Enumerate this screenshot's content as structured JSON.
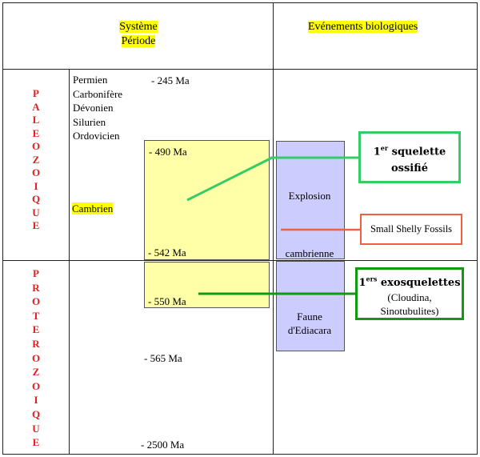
{
  "header": {
    "systeme": "Système",
    "periode": "Période",
    "events": "Evénements biologiques"
  },
  "eras": {
    "paleozoique": [
      "P",
      "A",
      "L",
      "E",
      "O",
      "Z",
      "O",
      "I",
      "Q",
      "U",
      "E"
    ],
    "proterozoique": [
      "P",
      "R",
      "O",
      "T",
      "E",
      "R",
      "O",
      "Z",
      "O",
      "I",
      "Q",
      "U",
      "E"
    ],
    "color": "#e02020"
  },
  "periods": [
    "Permien",
    "Carbonifère",
    "Dévonien",
    "Silurien",
    "Ordovicien"
  ],
  "cambrien": "Cambrien",
  "ages": {
    "a245": "- 245 Ma",
    "a490": "- 490 Ma",
    "a542": "- 542 Ma",
    "a550": "- 550 Ma",
    "a565": "- 565 Ma",
    "a2500": "- 2500 Ma"
  },
  "events": {
    "explosion": "Explosion",
    "cambrienne": "cambrienne",
    "faune_line1": "Faune",
    "faune_line2": "d'Ediacara"
  },
  "callouts": {
    "squelette": {
      "num": "1",
      "sup": "er",
      "line1": "squelette",
      "line2": "ossifié",
      "color": "#33cc66"
    },
    "ssf": {
      "text": "Small Shelly Fossils",
      "color": "#f06040"
    },
    "exo": {
      "num": "1",
      "sup": "ers",
      "line1": "exosquelettes",
      "line2": "(Cloudina,",
      "line3": "Sinotubulites)",
      "color": "#119911"
    }
  },
  "colors": {
    "yellow_box": "#ffffa8",
    "purple_box": "#ccccff",
    "highlight": "#ffff00"
  }
}
